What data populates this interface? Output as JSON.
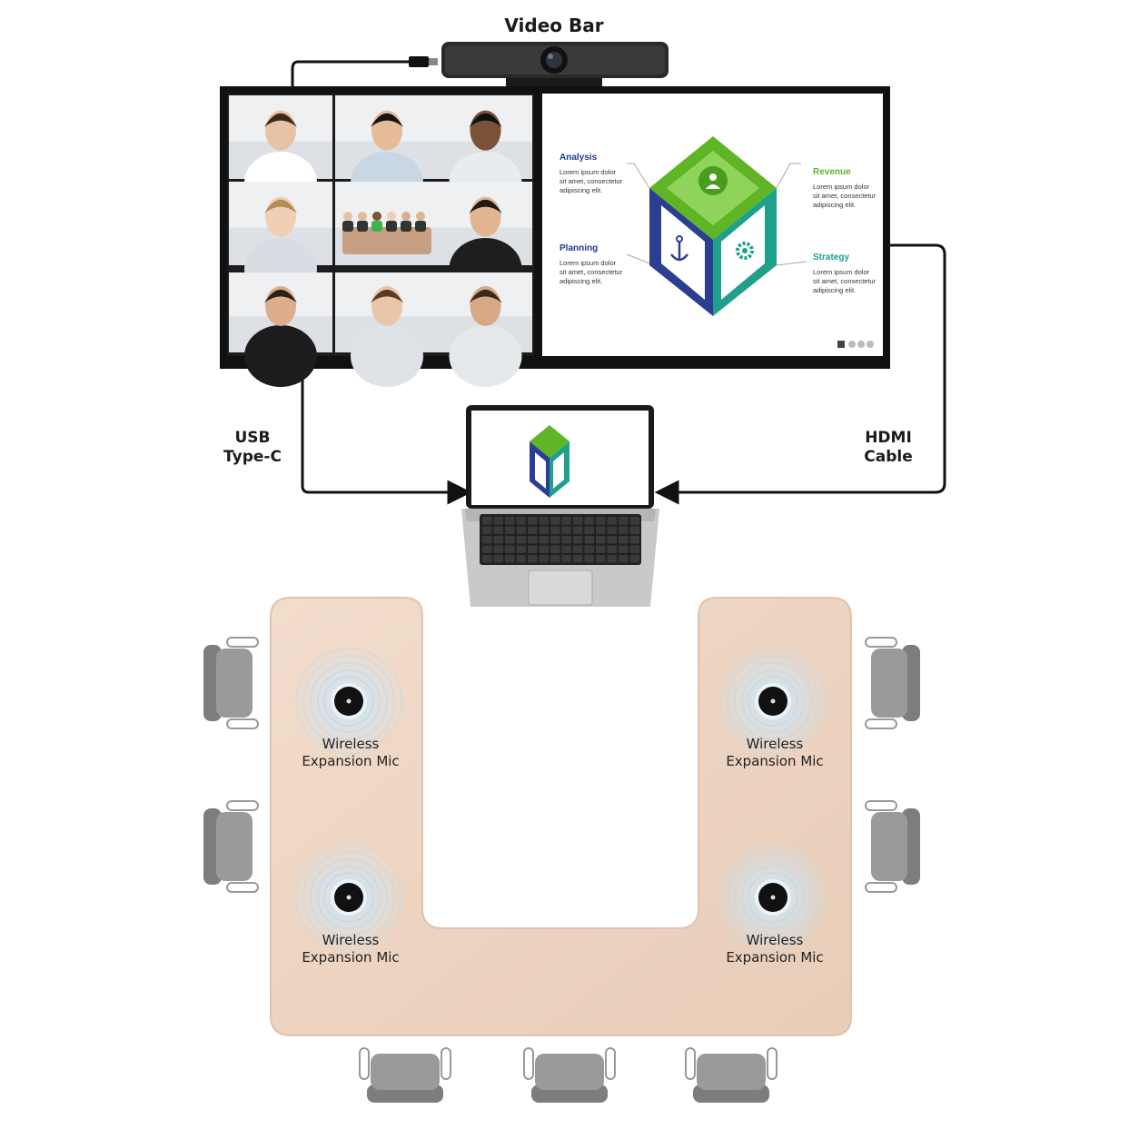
{
  "labels": {
    "video_bar": "Video Bar",
    "usb_line1": "USB",
    "usb_line2": "Type-C",
    "hdmi_line1": "HDMI",
    "hdmi_line2": "Cable"
  },
  "slide": {
    "sections": [
      {
        "title": "Analysis",
        "body": [
          "Lorem ipsum dolor",
          "sit amet, consectetur",
          "adipiscing elit."
        ],
        "color": "#1f3a8a"
      },
      {
        "title": "Planning",
        "body": [
          "Lorem ipsum dolor",
          "sit amet, consectetur",
          "adipiscing elit."
        ],
        "color": "#1f3a8a"
      },
      {
        "title": "Revenue",
        "body": [
          "Lorem ipsum dolor",
          "sit amet, consectetur",
          "adipiscing elit."
        ],
        "color": "#5fb526"
      },
      {
        "title": "Strategy",
        "body": [
          "Lorem ipsum dolor",
          "sit amet, consectetur",
          "adipiscing elit."
        ],
        "color": "#1ea08a"
      }
    ]
  },
  "mics": [
    {
      "line1": "Wireless",
      "line2": "Expansion Mic"
    },
    {
      "line1": "Wireless",
      "line2": "Expansion Mic"
    },
    {
      "line1": "Wireless",
      "line2": "Expansion Mic"
    },
    {
      "line1": "Wireless",
      "line2": "Expansion Mic"
    }
  ],
  "colors": {
    "cube_top": "#5fb526",
    "cube_left": "#2b3e91",
    "cube_right": "#1ea08a",
    "table": "#efd8c6",
    "chair": "#8f8f8f",
    "cable": "#111111"
  },
  "icons": [
    "people-icon",
    "anchor-icon",
    "gear-icon"
  ]
}
